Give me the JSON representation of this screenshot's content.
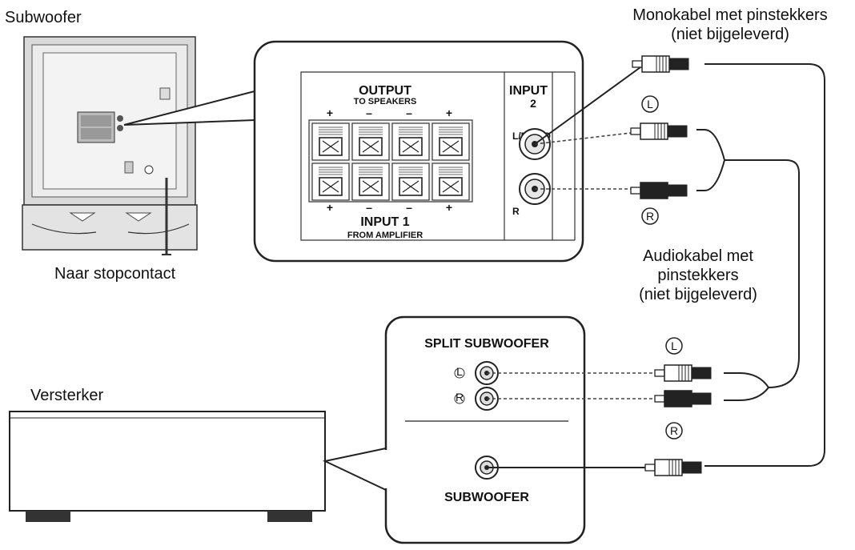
{
  "labels": {
    "subwoofer": "Subwoofer",
    "to_outlet": "Naar stopcontact",
    "amplifier": "Versterker",
    "mono_cable_line1": "Monokabel met pinstekkers",
    "mono_cable_line2": "(niet bijgeleverd)",
    "audio_cable_line1": "Audiokabel met",
    "audio_cable_line2": "pinstekkers",
    "audio_cable_line3": "(niet bijgeleverd)"
  },
  "subwoofer_panel": {
    "output_title": "OUTPUT",
    "output_sub": "TO SPEAKERS",
    "input1_title": "INPUT 1",
    "input1_sub": "FROM AMPLIFIER",
    "input2_title": "INPUT",
    "input2_num": "2",
    "left_mono": "L/MONO",
    "right": "R",
    "plus": "+",
    "minus": "–"
  },
  "amplifier_panel": {
    "split_title": "SPLIT SUBWOOFER",
    "subwoofer_title": "SUBWOOFER",
    "left": "L",
    "right": "R"
  },
  "plug_markers": {
    "left": "L",
    "right": "R"
  }
}
